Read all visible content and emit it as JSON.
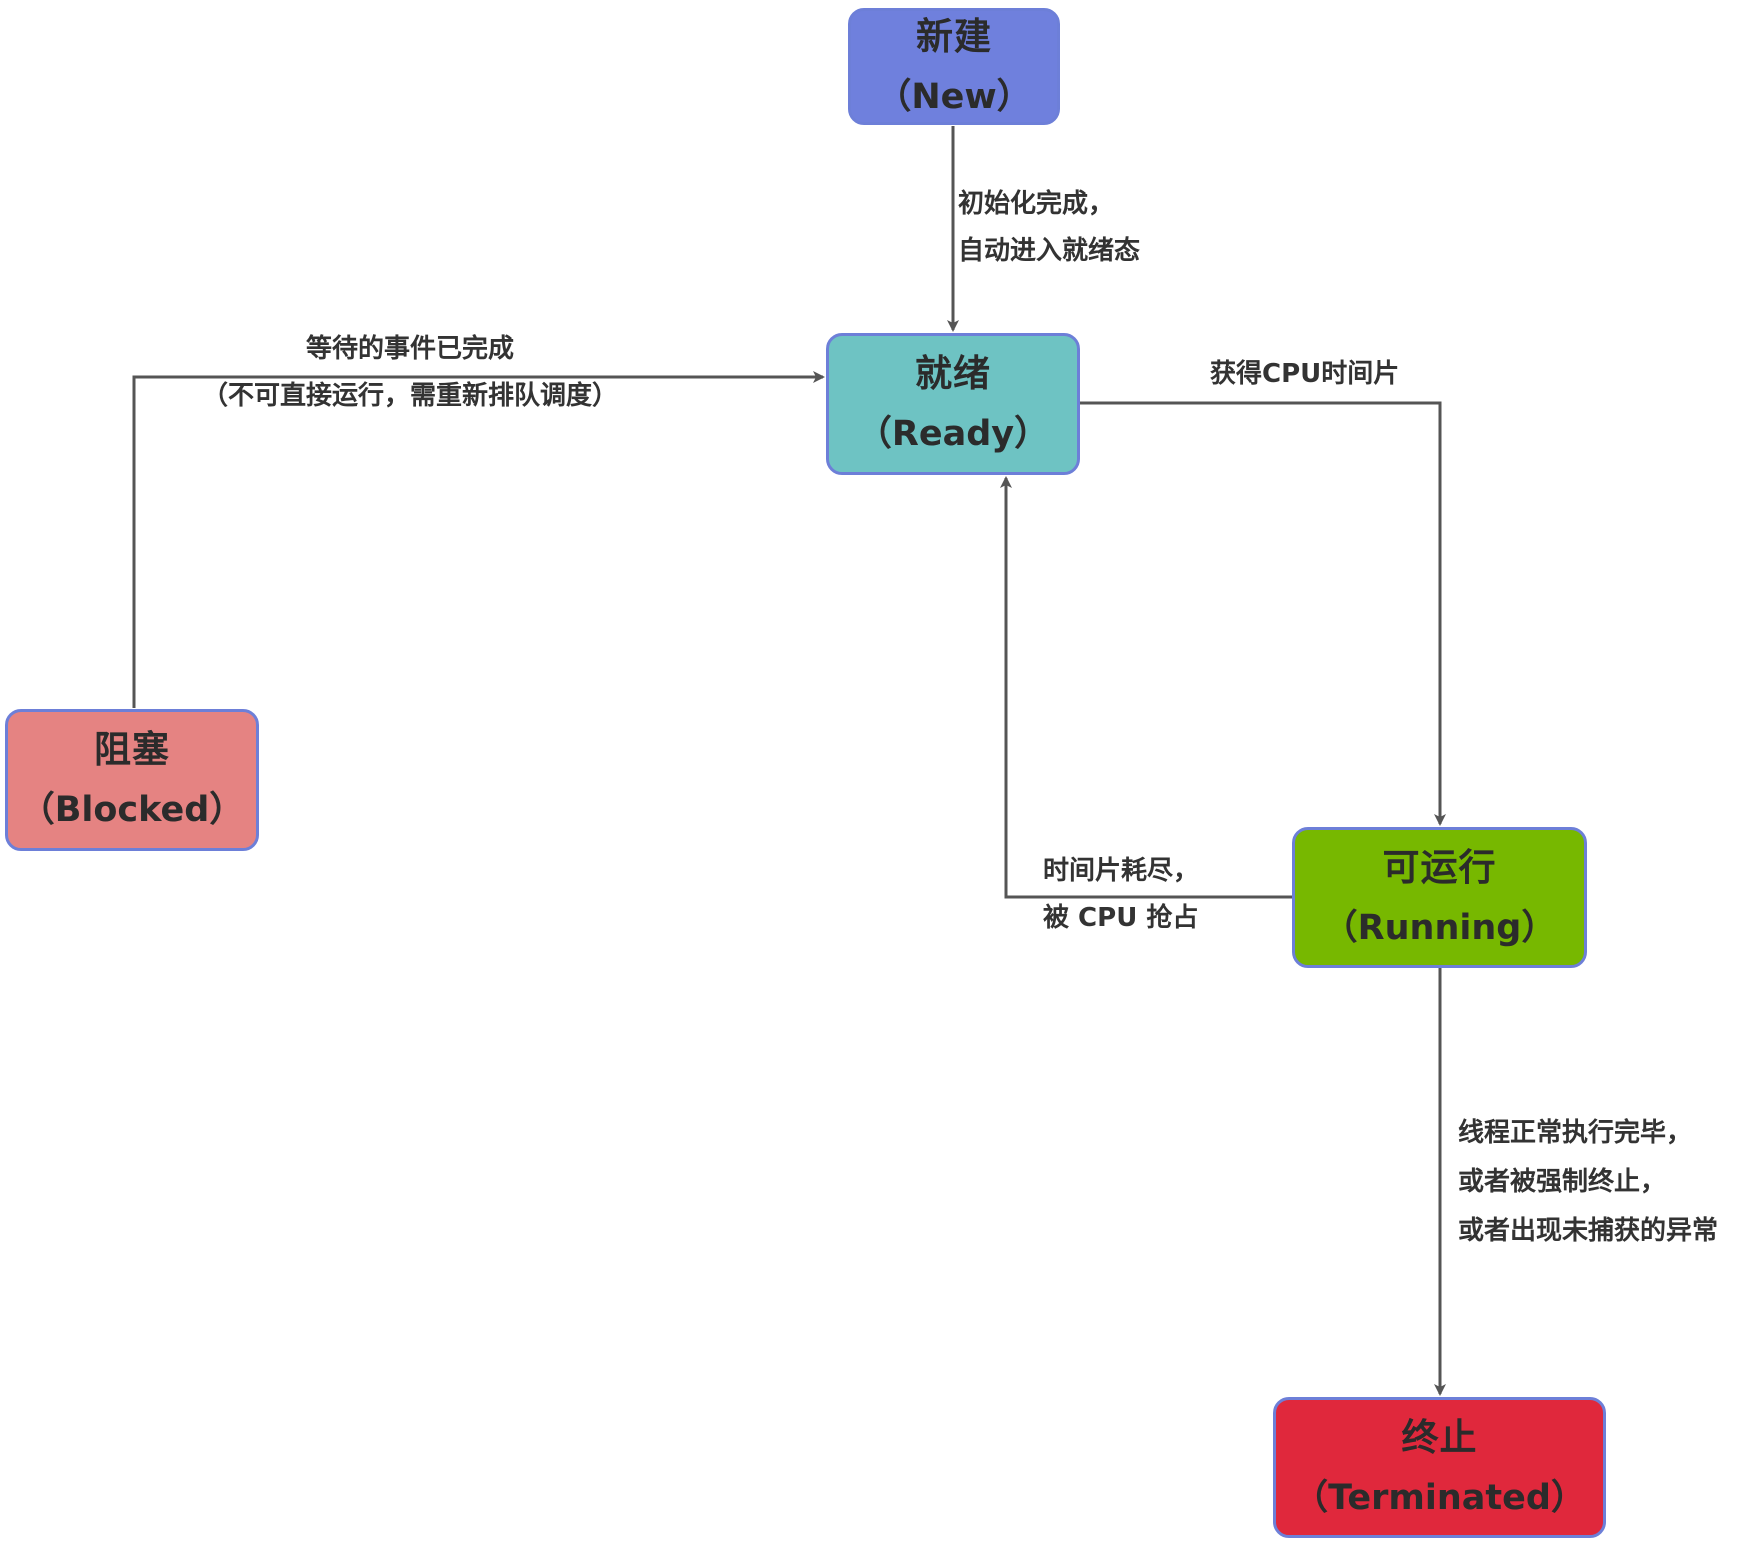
{
  "colors": {
    "new": "#6f80dd",
    "ready": "#6ec3c3",
    "blocked": "#e58382",
    "running": "#77b800",
    "terminated": "#e0283c",
    "border": "#6d7fd8",
    "edge": "#555555",
    "text": "#2b2b2b"
  },
  "states": {
    "new": {
      "name": "新建",
      "en": "（New）"
    },
    "ready": {
      "name": "就绪",
      "en": "（Ready）"
    },
    "blocked": {
      "name": "阻塞",
      "en": "（Blocked）"
    },
    "running": {
      "name": "可运行",
      "en": "（Running）"
    },
    "terminated": {
      "name": "终止",
      "en": "（Terminated）"
    }
  },
  "transitions": {
    "new_to_ready": [
      "初始化完成，",
      "自动进入就绪态"
    ],
    "blocked_to_ready": [
      "等待的事件已完成",
      "（不可直接运行，需重新排队调度）"
    ],
    "ready_to_running": [
      "获得CPU时间片"
    ],
    "running_to_ready": [
      "时间片耗尽，",
      "被 CPU 抢占"
    ],
    "running_to_terminated": [
      "线程正常执行完毕，",
      "或者被强制终止，",
      "或者出现未捕获的异常"
    ]
  }
}
